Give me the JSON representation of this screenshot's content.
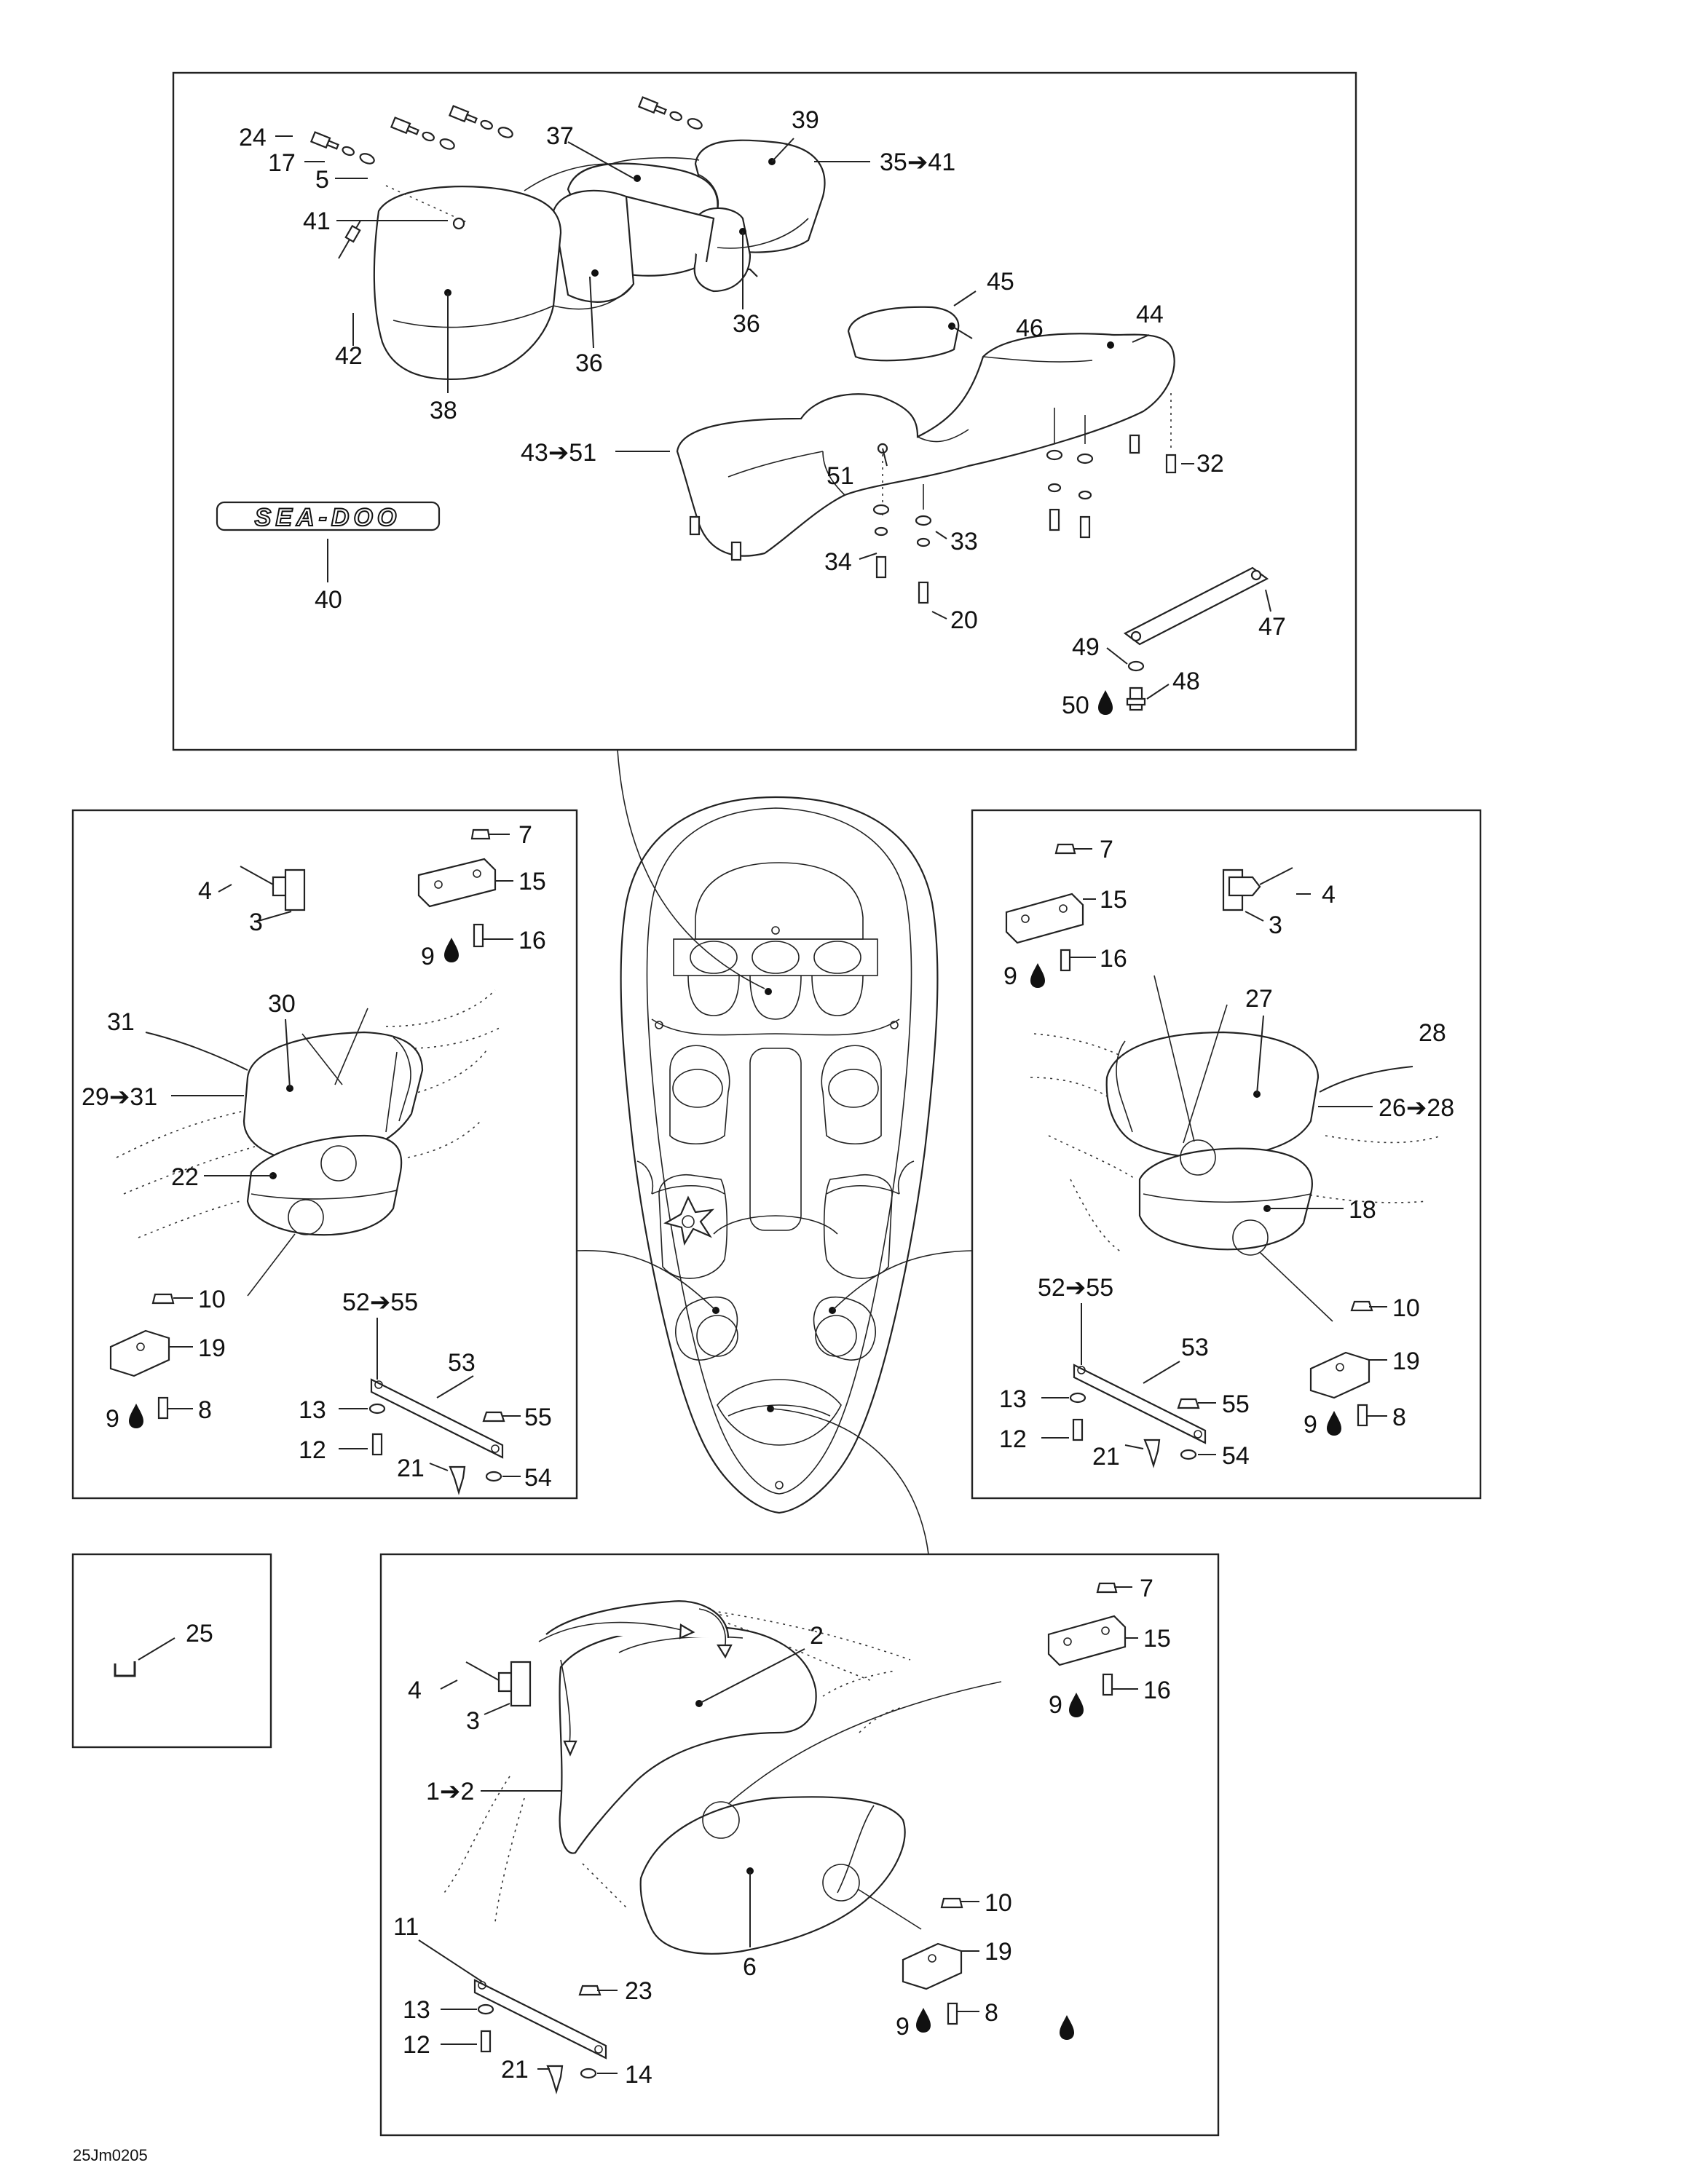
{
  "diagram": {
    "brand_logo": "SEA-DOO",
    "drawing_code": "25Jm0205",
    "callouts": {
      "rear_seat": [
        "24",
        "17",
        "5",
        "41",
        "42",
        "38",
        "36",
        "37",
        "36",
        "39",
        "35➔41"
      ],
      "main_seat": [
        "45",
        "46",
        "44",
        "32",
        "43➔51",
        "51",
        "33",
        "34",
        "20",
        "47",
        "49",
        "48",
        "50"
      ],
      "logo": [
        "40"
      ],
      "left_seat": [
        "4",
        "3",
        "7",
        "15",
        "9",
        "16",
        "30",
        "31",
        "29➔31",
        "22",
        "10",
        "19",
        "9",
        "8",
        "52➔55",
        "53",
        "13",
        "55",
        "12",
        "21",
        "54"
      ],
      "right_seat": [
        "7",
        "15",
        "16",
        "9",
        "4",
        "3",
        "27",
        "28",
        "26➔28",
        "18",
        "10",
        "19",
        "9",
        "8",
        "52➔55",
        "53",
        "13",
        "55",
        "12",
        "21",
        "54"
      ],
      "hook": [
        "25"
      ],
      "bow_seat": [
        "4",
        "3",
        "2",
        "7",
        "15",
        "9",
        "16",
        "1➔2",
        "6",
        "10",
        "19",
        "9",
        "8",
        "11",
        "13",
        "23",
        "12",
        "21",
        "14"
      ]
    }
  }
}
